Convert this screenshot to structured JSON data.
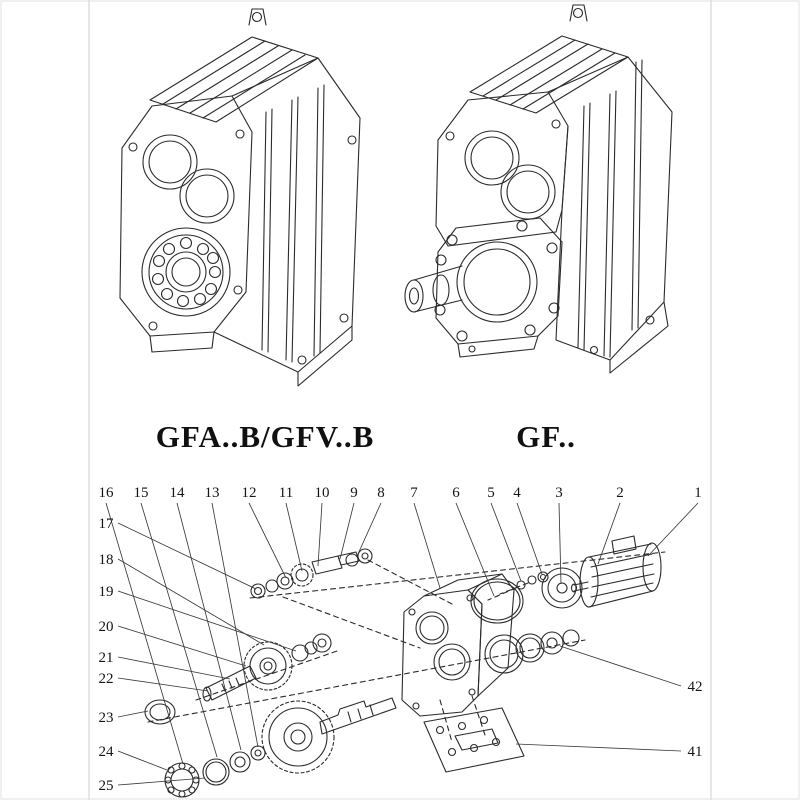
{
  "page": {
    "background": "#ffffff",
    "line_color": "#2b2b2b"
  },
  "models": {
    "left": {
      "label": "GFA..B/GFV..B"
    },
    "right": {
      "label": "GF.."
    }
  },
  "exploded_view": {
    "top_numbers": [
      "16",
      "15",
      "14",
      "13",
      "12",
      "11",
      "10",
      "9",
      "8",
      "7",
      "6",
      "5",
      "4",
      "3",
      "2",
      "1"
    ],
    "left_numbers": [
      "17",
      "18",
      "19",
      "20",
      "21",
      "22",
      "23",
      "24",
      "25"
    ],
    "right_numbers": [
      "42",
      "41"
    ]
  }
}
